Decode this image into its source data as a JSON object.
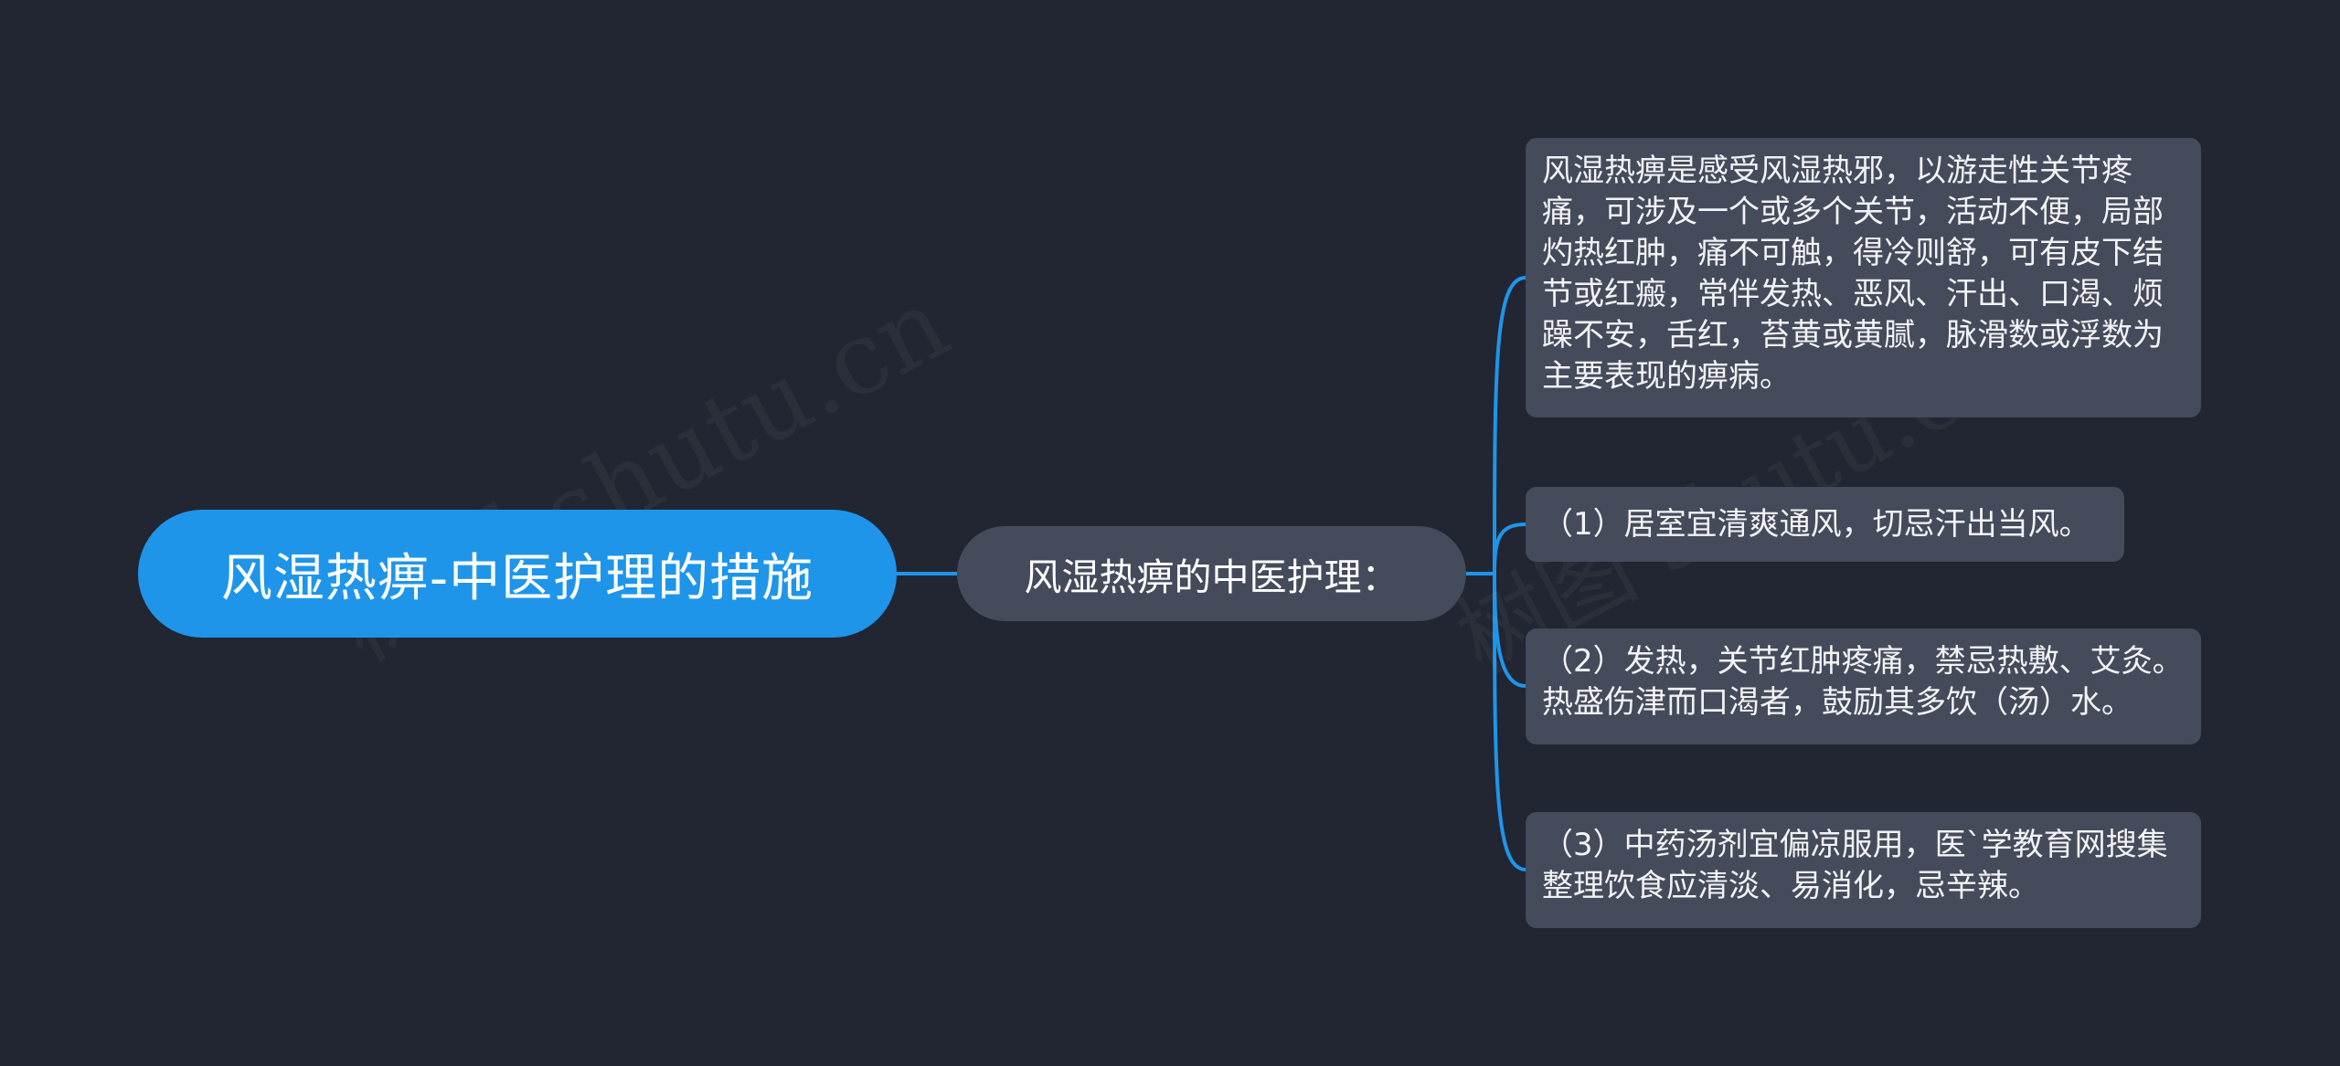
{
  "mindmap": {
    "root": {
      "label": "风湿热痹-中医护理的措施"
    },
    "branch": {
      "label": "风湿热痹的中医护理："
    },
    "leaves": [
      {
        "text": "风湿热痹是感受风湿热邪，以游走性关节疼痛，可涉及一个或多个关节，活动不便，局部灼热红肿，痛不可触，得冷则舒，可有皮下结节或红瘢，常伴发热、恶风、汗出、口渴、烦躁不安，舌红，苔黄或黄腻，脉滑数或浮数为主要表现的痹病。"
      },
      {
        "text": "（1）居室宜清爽通风，切忌汗出当风。"
      },
      {
        "text": "（2）发热，关节红肿疼痛，禁忌热敷、艾灸。热盛伤津而口渴者，鼓励其多饮（汤）水。"
      },
      {
        "text": "（3）中药汤剂宜偏凉服用，医`学教育网搜集整理饮食应清淡、易消化，忌辛辣。"
      }
    ]
  },
  "watermark": {
    "text": "树图 shutu.cn"
  },
  "colors": {
    "background": "#222632",
    "root_fill": "#1f95ea",
    "node_fill": "#454b5b",
    "connector": "#1f95ea",
    "text": "#ffffff"
  }
}
